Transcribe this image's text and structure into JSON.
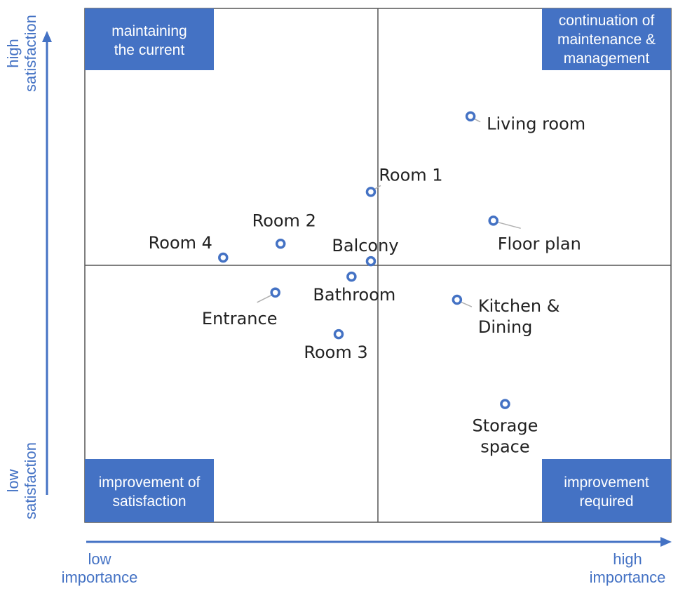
{
  "chart_data": {
    "type": "scatter",
    "quadrants": {
      "top_left": [
        "maintaining",
        "the current"
      ],
      "top_right": [
        "continuation of",
        "maintenance &",
        "management"
      ],
      "bottom_left": [
        "improvement of",
        "satisfaction"
      ],
      "bottom_right": [
        "improvement",
        "required"
      ]
    },
    "axes": {
      "y_high": [
        "high",
        "satisfaction"
      ],
      "y_low": [
        "low",
        "satisfaction"
      ],
      "x_low": [
        "low",
        "importance"
      ],
      "x_high": [
        "high",
        "importance"
      ]
    },
    "points": [
      {
        "label": [
          "Living room"
        ],
        "x": 0.658,
        "y": 0.79
      },
      {
        "label": [
          "Room 1"
        ],
        "x": 0.488,
        "y": 0.643
      },
      {
        "label": [
          "Floor plan"
        ],
        "x": 0.697,
        "y": 0.587
      },
      {
        "label": [
          "Room 2"
        ],
        "x": 0.334,
        "y": 0.542
      },
      {
        "label": [
          "Room 4"
        ],
        "x": 0.236,
        "y": 0.515
      },
      {
        "label": [
          "Balcony"
        ],
        "x": 0.488,
        "y": 0.508
      },
      {
        "label": [
          "Bathroom"
        ],
        "x": 0.455,
        "y": 0.478
      },
      {
        "label": [
          "Entrance"
        ],
        "x": 0.325,
        "y": 0.447
      },
      {
        "label": [
          "Kitchen &",
          "Dining"
        ],
        "x": 0.635,
        "y": 0.433
      },
      {
        "label": [
          "Room 3"
        ],
        "x": 0.433,
        "y": 0.366
      },
      {
        "label": [
          "Storage",
          "space"
        ],
        "x": 0.717,
        "y": 0.23
      }
    ],
    "xlim": [
      0,
      1
    ],
    "ylim": [
      0,
      1
    ],
    "grid": false
  }
}
